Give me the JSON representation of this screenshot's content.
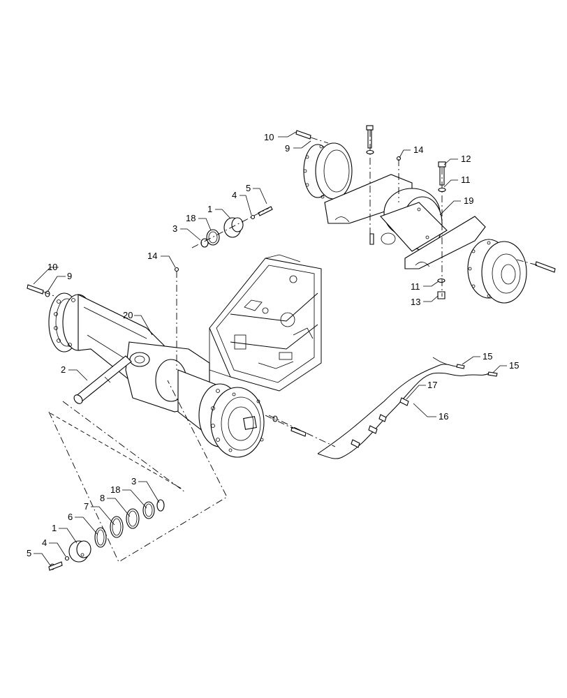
{
  "callouts": {
    "front_axle_group": [
      "10",
      "9",
      "14",
      "12",
      "11",
      "19",
      "11",
      "13"
    ],
    "rear_axle_group": [
      "5",
      "4",
      "1",
      "18",
      "3",
      "14",
      "10",
      "9",
      "20",
      "2",
      "15",
      "15",
      "17",
      "16"
    ],
    "exploded_group": [
      "3",
      "18",
      "8",
      "7",
      "6",
      "1",
      "4",
      "5"
    ]
  }
}
